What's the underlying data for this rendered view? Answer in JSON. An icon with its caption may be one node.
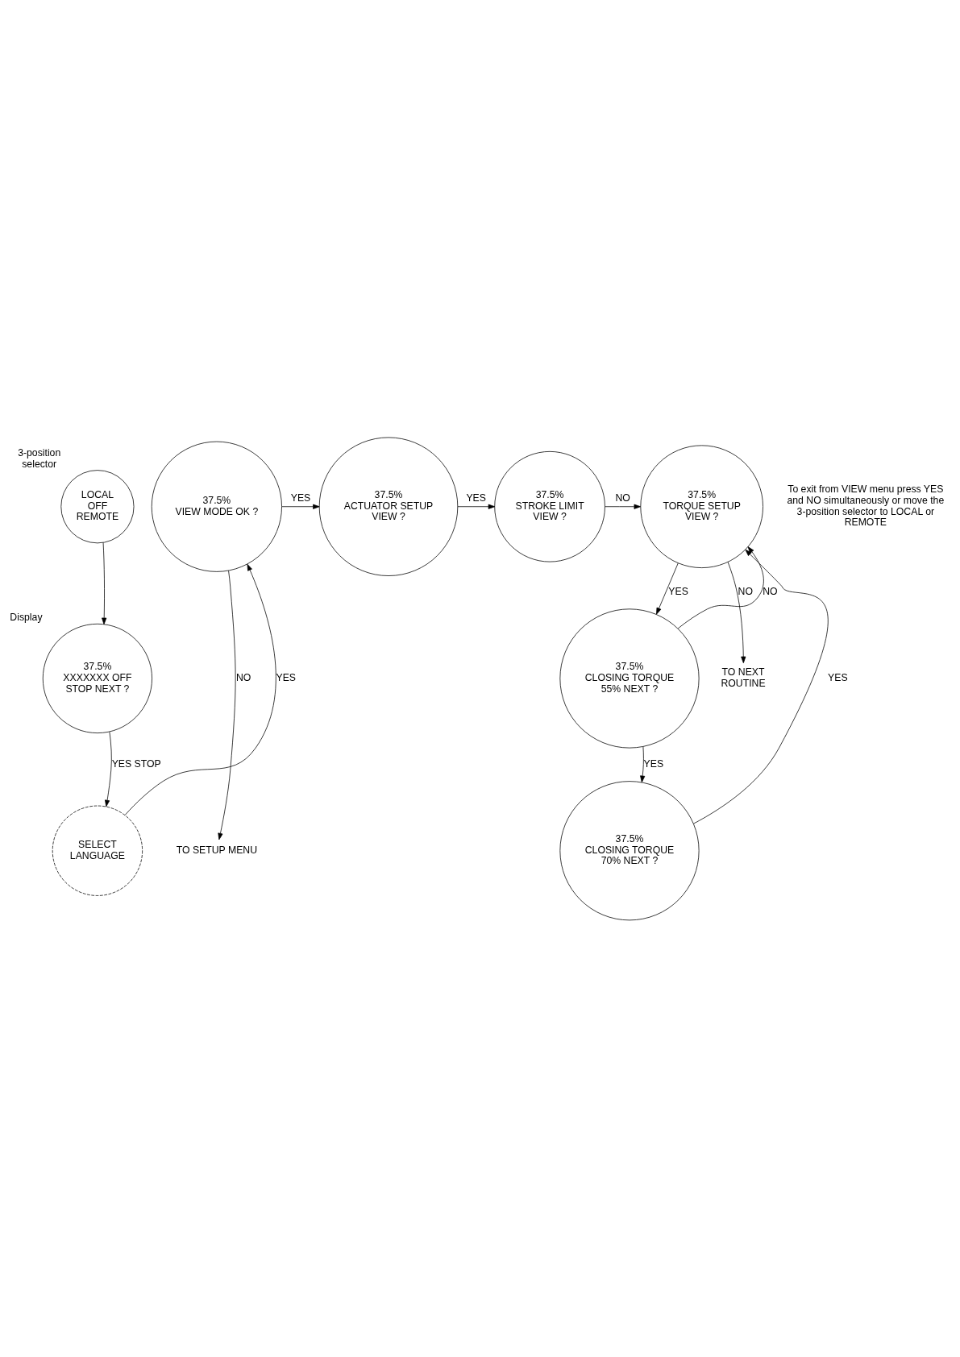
{
  "diagram": {
    "nodes": [
      {
        "text": [
          "LOCAL",
          "OFF",
          "REMOTE"
        ],
        "beside": [
          "3-position selector"
        ]
      },
      {
        "text": [
          "37.5%",
          "XXXXXXX OFF STOP NEXT ?"
        ],
        "beside": [
          "Display"
        ]
      },
      {
        "text": [
          "SELECT LANGUAGE"
        ]
      },
      {
        "text": [
          "37.5%",
          "VIEW MODE OK ?"
        ]
      },
      {
        "text": [
          "37.5%",
          "ACTUATOR SETUP VIEW ?"
        ]
      },
      {
        "text": [
          "37.5%",
          "STROKE LIMIT VIEW ?"
        ]
      },
      {
        "text": [
          "37.5%",
          "TORQUE SETUP VIEW ?"
        ]
      },
      {
        "text": [
          "37.5%",
          "CLOSING TORQUE 55% NEXT ?"
        ]
      },
      {
        "text": [
          "37.5%",
          "CLOSING TORQUE 70% NEXT ?"
        ]
      },
      {
        "text": [
          "TO SETUP MENU"
        ]
      },
      {
        "text": [
          "TO NEXT ROUTINE"
        ]
      }
    ],
    "edges": [
      {
        "from": 0,
        "to": 1,
        "arrow": "to"
      },
      {
        "from": 3,
        "to": 4,
        "arrow": "to",
        "label": "YES"
      },
      {
        "from": 3,
        "to": 9,
        "arrow": "to",
        "label": "NO"
      },
      {
        "from": 4,
        "to": 5,
        "arrow": "to",
        "label": "YES"
      },
      {
        "from": 5,
        "to": 6,
        "arrow": "to",
        "label": "NO"
      },
      {
        "from": 6,
        "to": 10,
        "arrow": "to",
        "label": "NO"
      },
      {
        "from": 6,
        "to": 7,
        "arrow": "to",
        "label": "YES"
      },
      {
        "from": 1,
        "to": 2,
        "arrow": "to",
        "label": "YES STOP"
      },
      {
        "from": 7,
        "to": 6,
        "arrow": "to",
        "label": "NO"
      },
      {
        "from": 7,
        "to": 8,
        "arrow": "to",
        "label": "YES"
      },
      {
        "from": 2,
        "to": 3,
        "arrow": "to",
        "label": "YES"
      },
      {
        "from": 8,
        "to": 6,
        "arrow": "to",
        "label": "YES"
      }
    ],
    "labels": [
      "To exit from VIEW menu press YES and NO simultaneously or move the 3-position selector to LOCAL or REMOTE"
    ]
  }
}
